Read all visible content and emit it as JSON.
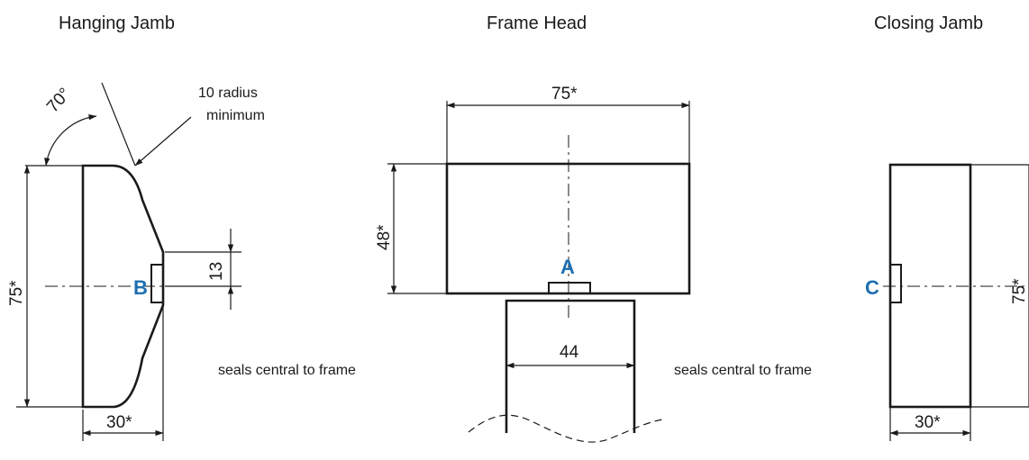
{
  "titles": {
    "hanging_jamb": "Hanging Jamb",
    "frame_head": "Frame Head",
    "closing_jamb": "Closing Jamb"
  },
  "dimensions": {
    "angle": "70°",
    "radius_note_line1": "10 radius",
    "radius_note_line2": "minimum",
    "hanging_height": "75*",
    "hanging_width": "30*",
    "seal_height": "13",
    "head_width": "75*",
    "head_height": "48*",
    "door_width": "44",
    "closing_height": "75*",
    "closing_width": "30*"
  },
  "markers": {
    "a": "A",
    "b": "B",
    "c": "C",
    "color": "#1f6fb2"
  },
  "notes": {
    "seals_left": "seals central to frame",
    "seals_right": "seals central to frame"
  }
}
